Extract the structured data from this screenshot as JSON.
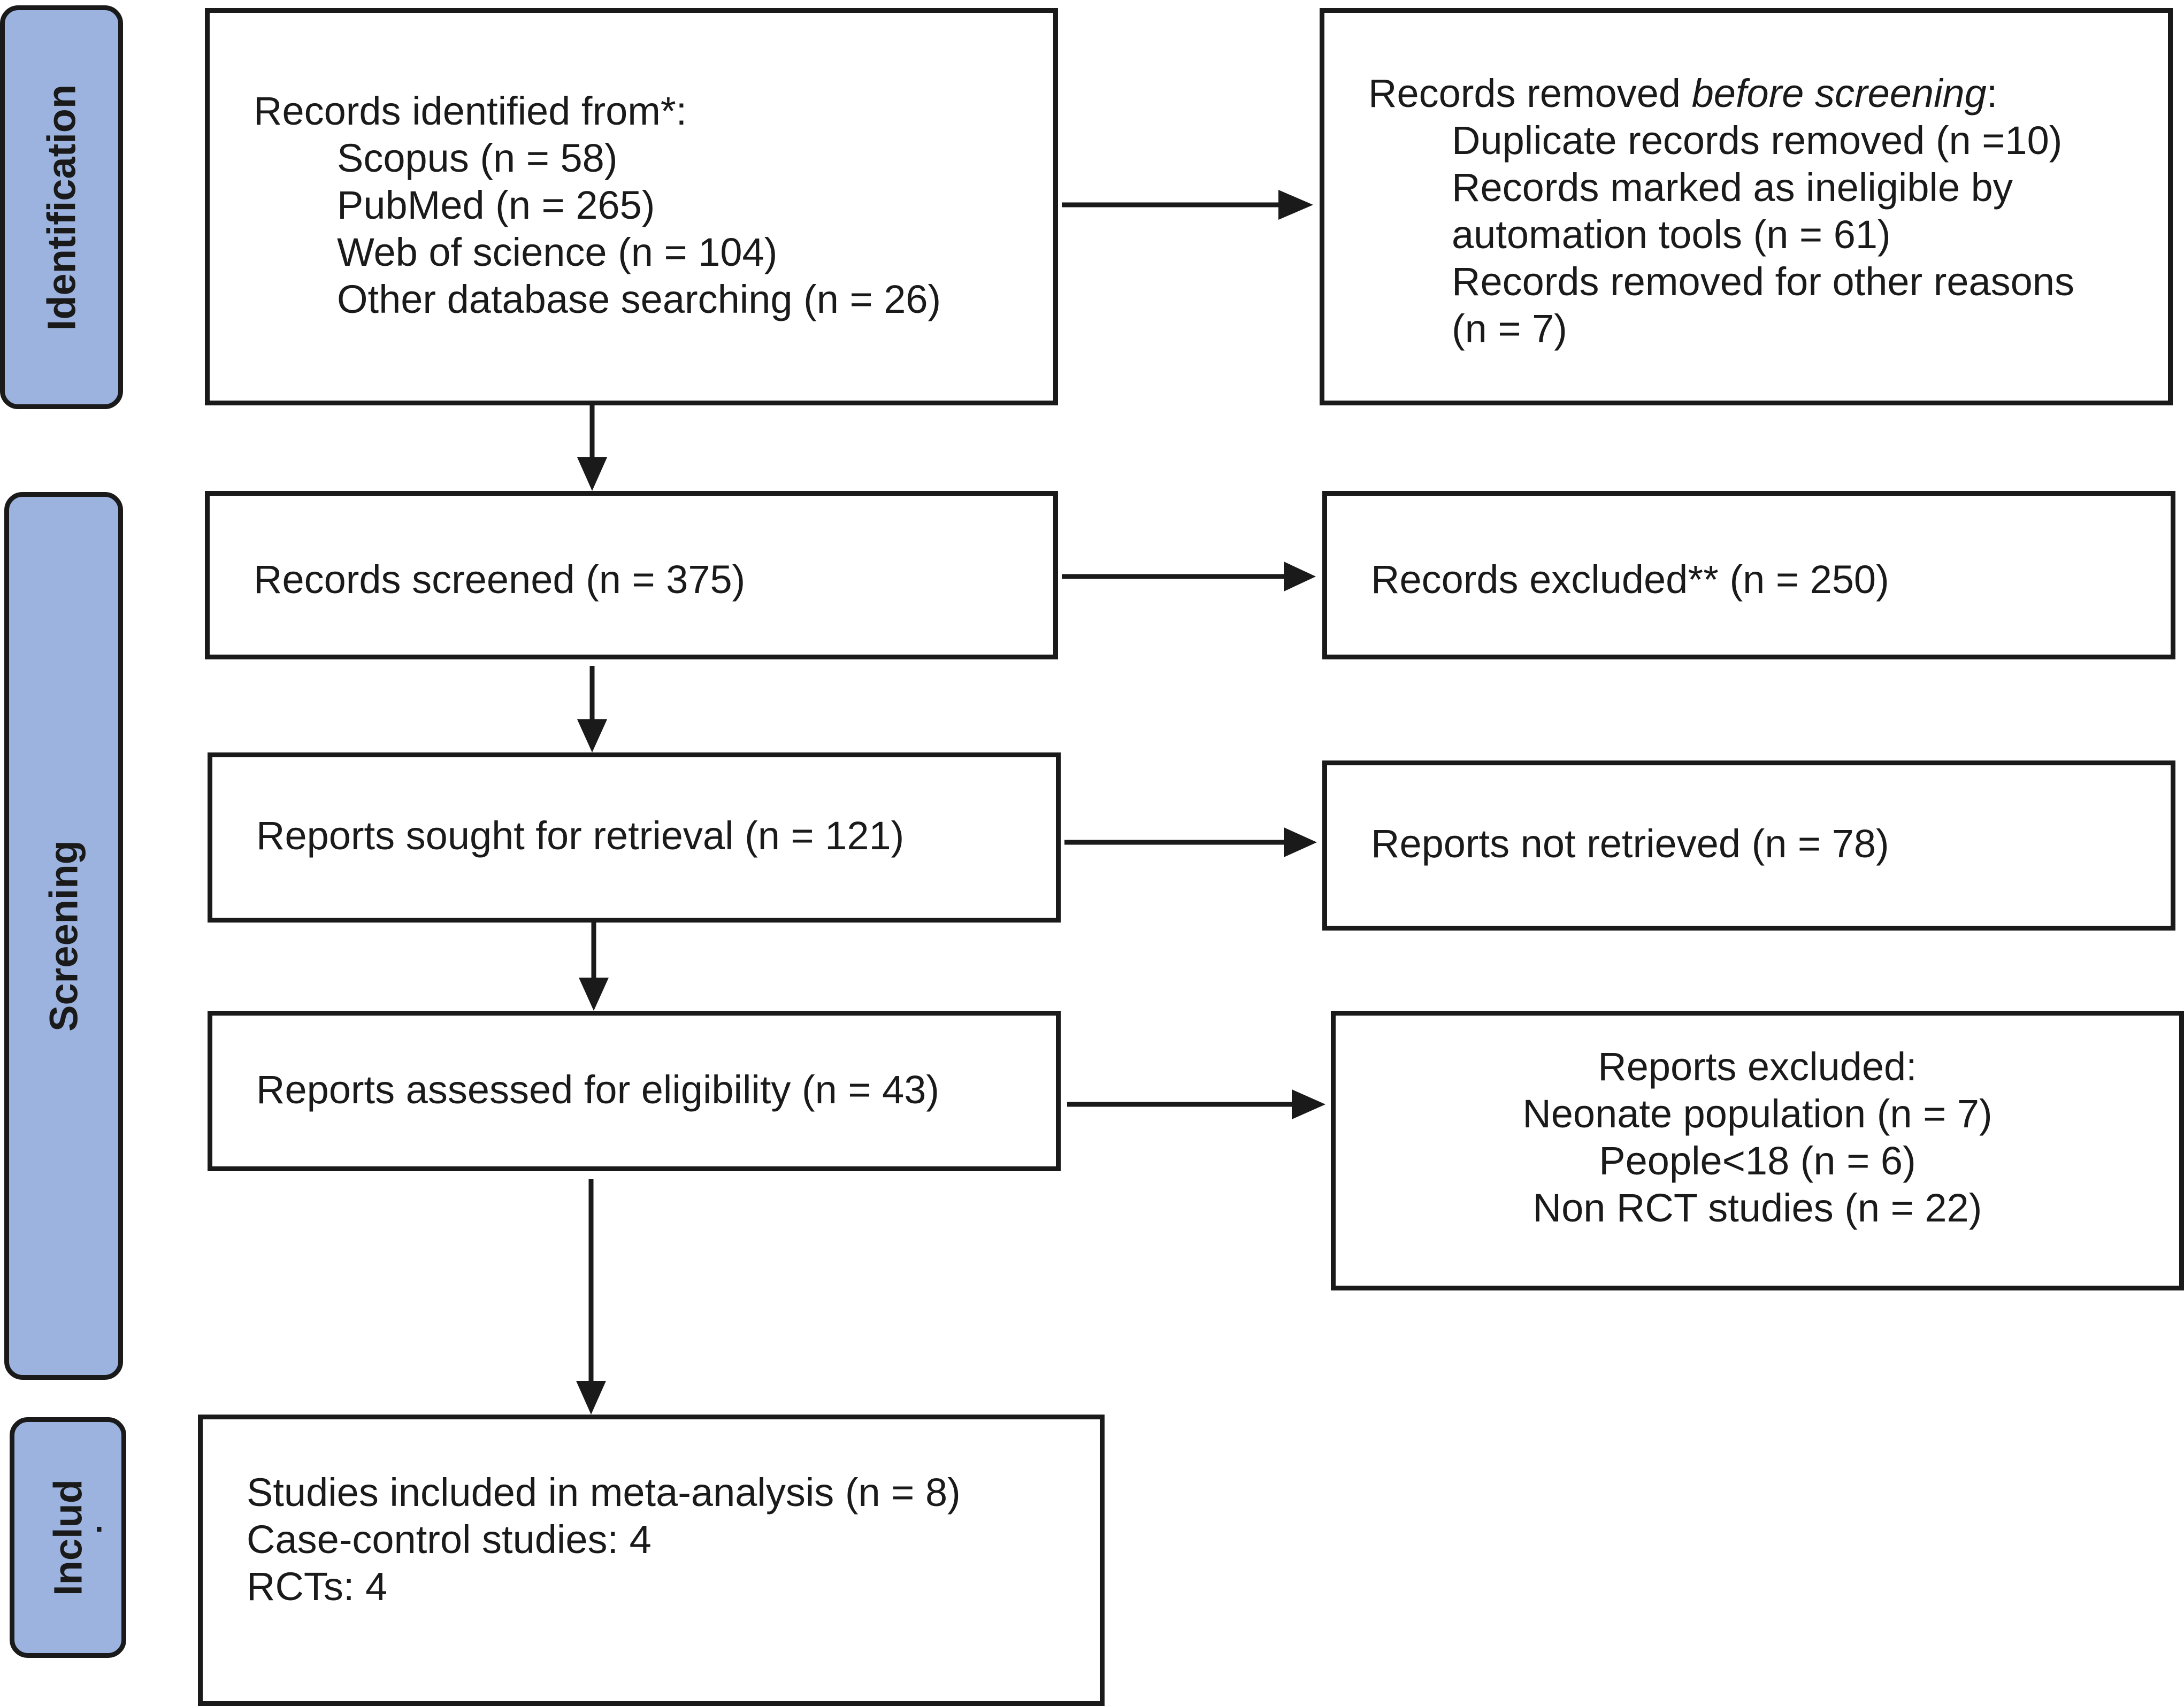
{
  "phases": {
    "identification": "Identification",
    "screening": "Screening",
    "included": "Includ",
    "included_mark": "."
  },
  "identification": {
    "records_heading": "Records identified from*:",
    "records_items": [
      "Scopus (n = 58)",
      "PubMed (n = 265)",
      "Web of science (n = 104)",
      "Other database searching (n = 26)"
    ],
    "removed_heading_prefix": "Records removed ",
    "removed_heading_emph": "before screening",
    "removed_heading_suffix": ":",
    "removed_items": [
      "Duplicate records removed (n =10)",
      "Records marked as ineligible by",
      "automation tools (n = 61)",
      "Records removed for other reasons",
      "(n = 7)"
    ]
  },
  "screening": {
    "screened": "Records screened (n = 375)",
    "excluded": "Records excluded** (n = 250)",
    "sought": "Reports sought for retrieval (n = 121)",
    "not_retrieved": "Reports not retrieved (n = 78)",
    "assessed": "Reports assessed for eligibility (n = 43)",
    "reports_excluded": [
      "Reports excluded:",
      "Neonate population (n = 7)",
      "People<18 (n = 6)",
      "Non RCT studies (n = 22)"
    ]
  },
  "included": {
    "lines": [
      "Studies included in meta-analysis (n = 8)",
      "Case-control studies: 4",
      "RCTs: 4"
    ]
  },
  "colors": {
    "phase_fill": "#9bb3de",
    "stroke": "#1a1a1a"
  }
}
